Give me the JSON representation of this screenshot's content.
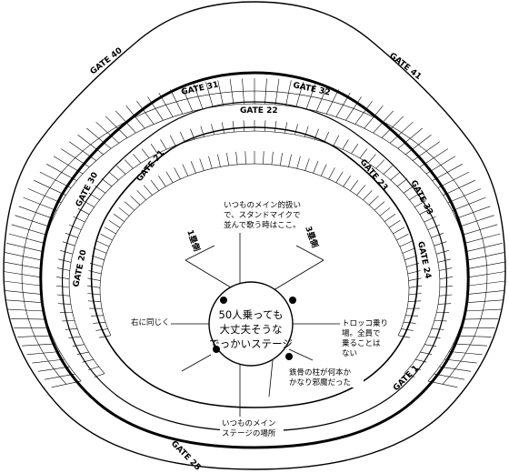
{
  "gates": {
    "g40": "GATE 40",
    "g41": "GATE 41",
    "g31": "GATE 31",
    "g32": "GATE 32",
    "g22": "GATE 22",
    "g30": "GATE 30",
    "g33": "GATE 33",
    "g21": "GATE 21",
    "g23": "GATE 23",
    "g20": "GATE 20",
    "g24": "GATE 24",
    "g25": "GATE 25",
    "g1": "GATE 1"
  },
  "bases": {
    "first": "1塁側",
    "third": "3塁側"
  },
  "stage": {
    "line1": "50人乗っても",
    "line2": "大丈夫そうな",
    "line3": "でっかいステージ"
  },
  "notes": {
    "top_l1": "いつものメイン的扱い",
    "top_l2": "で、スタンドマイクで",
    "top_l3": "並んで歌う時はここ。",
    "left": "右に同じく",
    "right_l1": "トロッコ乗り",
    "right_l2": "場。全員で",
    "right_l3": "乗ることは",
    "right_l4": "ない",
    "pillar_l1": "鉄骨の柱が何本か",
    "pillar_l2": "かなり邪魔だった",
    "bottom_l1": "いつものメイン",
    "bottom_l2": "ステージの場所"
  },
  "colors": {
    "ink": "#000000",
    "paper": "#ffffff"
  }
}
